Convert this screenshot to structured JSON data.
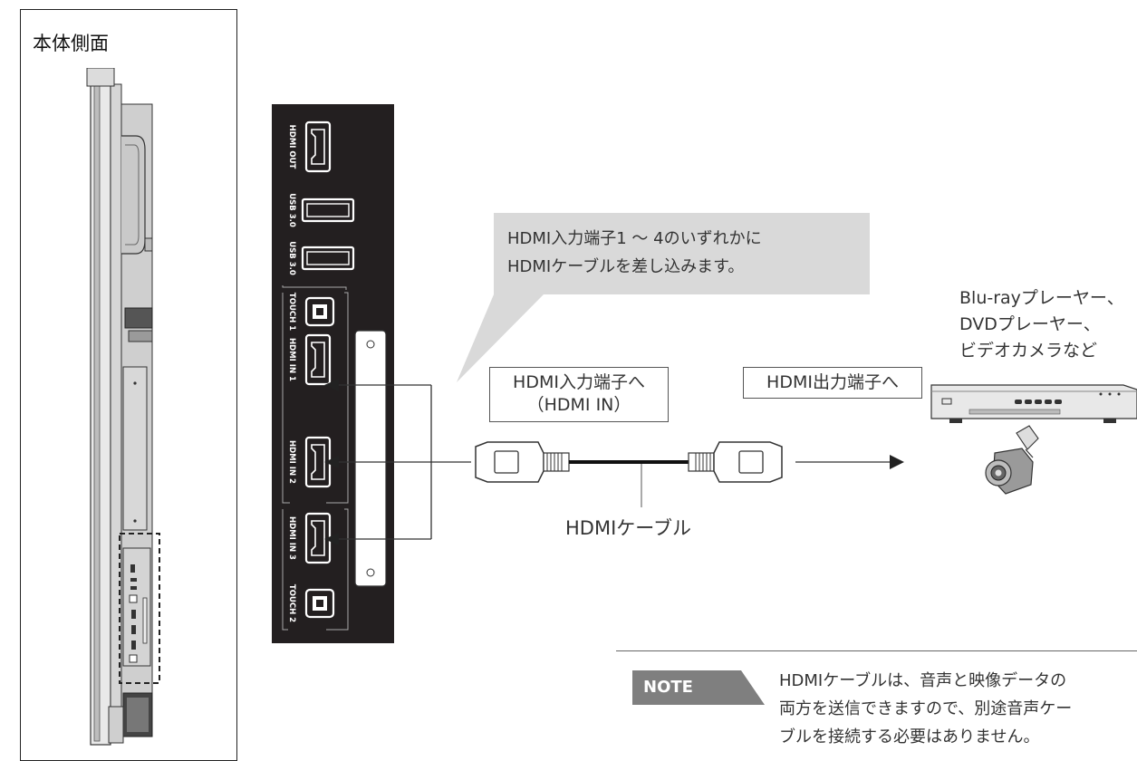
{
  "side_panel": {
    "title": "本体側面"
  },
  "port_panel": {
    "ports": [
      {
        "label": "HDMI OUT",
        "type": "hdmi"
      },
      {
        "label": "USB 3.0",
        "type": "usb-a"
      },
      {
        "label": "USB 3.0",
        "type": "usb-a"
      },
      {
        "label": "TOUCH 1",
        "type": "usb-b"
      },
      {
        "label": "HDMI IN 1",
        "type": "hdmi"
      },
      {
        "label": "HDMI IN 2",
        "type": "hdmi"
      },
      {
        "label": "HDMI IN 3",
        "type": "hdmi"
      },
      {
        "label": "TOUCH 2",
        "type": "usb-b"
      }
    ]
  },
  "callout": {
    "line1": "HDMI入力端子1 ～ 4のいずれかに",
    "line2": "HDMIケーブルを差し込みます。"
  },
  "hdmi_in_label": {
    "line1": "HDMI入力端子へ",
    "line2": "（HDMI IN）"
  },
  "hdmi_out_label": "HDMI出力端子へ",
  "cable_label": "HDMIケーブル",
  "devices": {
    "line1": "Blu-rayプレーヤー、",
    "line2": "DVDプレーヤー、",
    "line3": "ビデオカメラなど"
  },
  "note": {
    "badge": "NOTE",
    "line1": "HDMIケーブルは、音声と映像データの",
    "line2": "両方を送信できますので、別途音声ケー",
    "line3": "ブルを接続する必要はありません。"
  },
  "colors": {
    "panel": "#231f20",
    "callout_bg": "#d9d9d9",
    "note_badge": "#7f7f7f",
    "line": "#333333"
  }
}
